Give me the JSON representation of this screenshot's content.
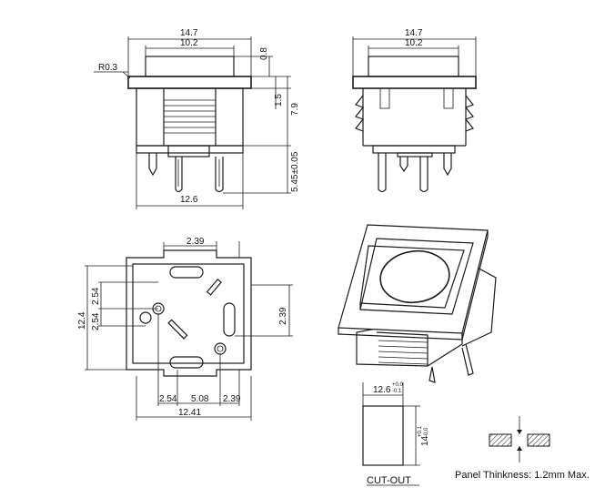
{
  "top_view": {
    "dim_width_outer": "14.7",
    "dim_width_inner": "10.2",
    "dim_radius": "R0.3",
    "dim_top_thickness": "0.8",
    "dim_flange": "1.5",
    "dim_height": "7.9",
    "dim_pin_length": "5.45±0.05",
    "dim_body_width": "12.6"
  },
  "side_view": {
    "dim_width_outer": "14.7",
    "dim_width_inner": "10.2"
  },
  "bottom_view": {
    "dim_slot_offset": "2.39",
    "dim_pitch_a": "2.54",
    "dim_pitch_b": "2.54",
    "dim_height": "12.4",
    "dim_right": "2.39",
    "dim_bottom_a": "2.54",
    "dim_bottom_b": "5.08",
    "dim_bottom_c": "2.39",
    "dim_overall": "12.41"
  },
  "cutout": {
    "width_main": "12.6",
    "width_tol_plus": "+0.0",
    "width_tol_minus": "-0.1",
    "height_main": "14",
    "height_tol_plus": "+0.1",
    "height_tol_minus": "-0.0",
    "label": "CUT-OUT"
  },
  "panel_note": "Panel Thinkness: 1.2mm Max."
}
